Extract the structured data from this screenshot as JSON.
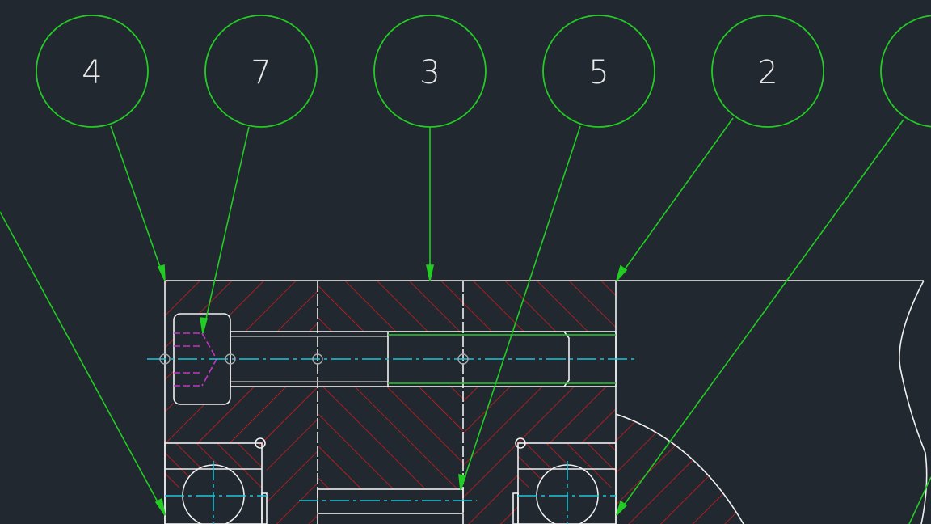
{
  "drawing": {
    "balloons": [
      {
        "label": "4"
      },
      {
        "label": "7"
      },
      {
        "label": "3"
      },
      {
        "label": "5"
      },
      {
        "label": "2"
      },
      {
        "label": ""
      }
    ],
    "colors": {
      "background": "#212830",
      "leader": "#22cc22",
      "outline": "#f0f0f0",
      "hatch": "#cc1c1c",
      "centerline": "#19c8d8",
      "hidden": "#c832c8"
    }
  }
}
